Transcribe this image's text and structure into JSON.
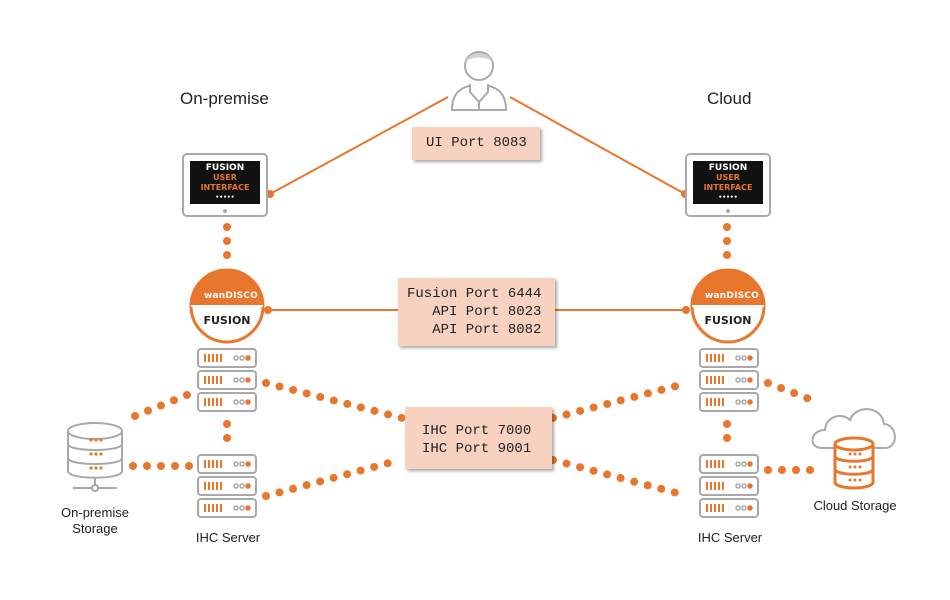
{
  "headings": {
    "left": "On-premise",
    "right": "Cloud"
  },
  "ports": {
    "ui": [
      "UI Port 8083"
    ],
    "fusion": [
      "Fusion Port 6444",
      "   API Port 8023",
      "   API Port 8082"
    ],
    "ihc": [
      "IHC Port 7000",
      "IHC Port 9001"
    ]
  },
  "screen": {
    "line1": "FUSION",
    "line2": "USER",
    "line3": "INTERFACE",
    "dots": "•••••"
  },
  "logo": {
    "brand": "wanDISCO",
    "product": "FUSION"
  },
  "captions": {
    "onprem_storage": [
      "On-premise",
      "Storage"
    ],
    "ihc_left": "IHC Server",
    "ihc_right": "IHC Server",
    "cloud_storage": "Cloud Storage"
  },
  "colors": {
    "accent": "#e8762c",
    "gray": "#a9a9a9",
    "port_bg": "#f7d2c1",
    "screen_bg": "#111111"
  }
}
